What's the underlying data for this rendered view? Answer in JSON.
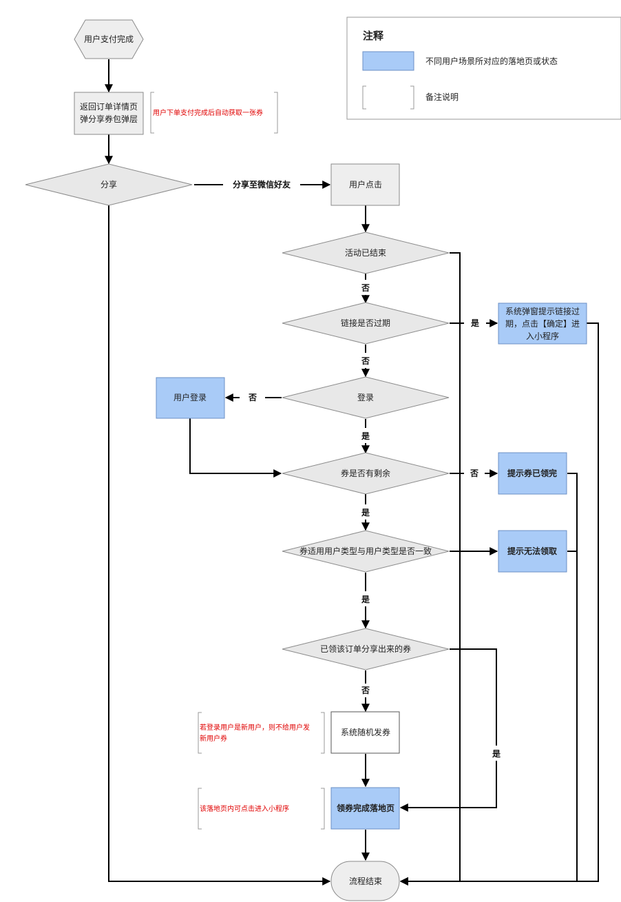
{
  "legend": {
    "title": "注释",
    "items": [
      {
        "label": "不同用户场景所对应的落地页或状态",
        "color": "#a9cbf7"
      },
      {
        "label": "备注说明"
      }
    ]
  },
  "nodes": {
    "start": "用户支付完成",
    "return_order": [
      "返回订单详情页",
      "弹分享券包弹层"
    ],
    "share": "分享",
    "user_click": "用户点击",
    "activity_ended": "活动已结束",
    "link_expired": "链接是否过期",
    "expired_popup": [
      "系统弹窗提示链接过",
      "期，点击【确定】进",
      "入小程序"
    ],
    "login": "登录",
    "user_login": "用户登录",
    "coupon_left": "券是否有剩余",
    "coupon_claimed_out": "提示券已领完",
    "type_match": "券适用用户类型与用户类型是否一致",
    "cannot_claim": "提示无法领取",
    "already_claimed": "已领该订单分享出来的券",
    "random_issue": "系统随机发券",
    "landing_page": "领券完成落地页",
    "end": "流程结束"
  },
  "notes": {
    "auto_coupon": "用户下单支付完成后自动获取一张券",
    "new_user": [
      "若登录用户是新用户，则不给用户发",
      "新用户券"
    ],
    "landing_note": "该落地页内可点击进入小程序"
  },
  "edge_labels": {
    "share_to_wechat": "分享至微信好友",
    "no_1": "否",
    "yes_expired": "是",
    "no_2": "否",
    "no_login": "否",
    "yes_login": "是",
    "no_coupon": "否",
    "yes_coupon": "是",
    "yes_type": "是",
    "no_claimed": "否",
    "yes_claimed": "是"
  }
}
